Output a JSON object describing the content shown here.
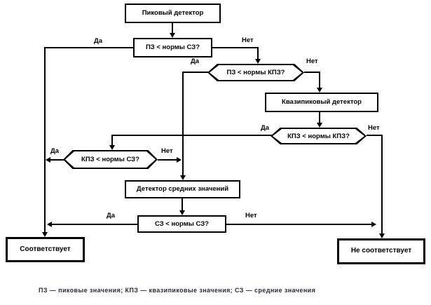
{
  "diagram": {
    "title_note": "",
    "nodes": {
      "peak_detector": "Пиковый детектор",
      "pz_vs_sz": "ПЗ < нормы СЗ?",
      "pz_vs_kpz": "ПЗ < нормы КПЗ?",
      "quasi_peak_detector": "Квазипиковый детектор",
      "kpz_vs_kpz": "КПЗ < нормы КПЗ?",
      "kpz_vs_sz": "КПЗ < нормы СЗ?",
      "avg_detector": "Детектор средних значений",
      "sz_vs_sz": "СЗ < нормы СЗ?",
      "complies": "Соответствует",
      "not_complies": "Не соответствует"
    },
    "edge_labels": {
      "yes": "Да",
      "no": "Нет"
    },
    "legend": "ПЗ — пиковые значения; КПЗ — квазипиковые значения; СЗ — средние значения"
  }
}
